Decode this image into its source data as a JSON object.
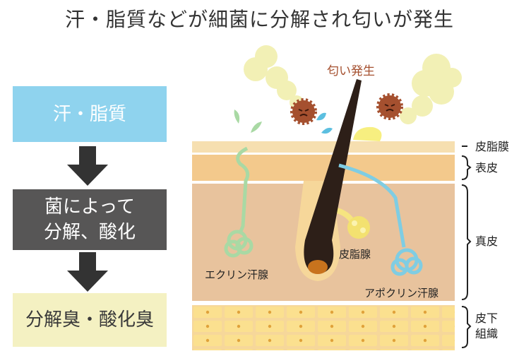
{
  "title": "汗・脂質などが細菌に分解され匂いが発生",
  "flow": {
    "step1": "汗・脂質",
    "step2_line1": "菌によって",
    "step2_line2": "分解、酸化",
    "step3": "分解臭・酸化臭"
  },
  "diagram": {
    "odor_label": "匂い発生",
    "sebaceous_label": "皮脂腺",
    "eccrine_label": "エクリン汗腺",
    "apocrine_label": "アポクリン汗腺"
  },
  "layers": {
    "sebum_film": "皮脂膜",
    "epidermis": "表皮",
    "dermis": "真皮",
    "subcutis_line1": "皮下",
    "subcutis_line2": "組織"
  },
  "colors": {
    "step1_bg": "#8fd3ee",
    "step2_bg": "#575656",
    "step3_bg": "#f4f1c2",
    "dermis": "#e8c39d",
    "epidermis": "#f3c98c",
    "fat_cell": "#fbe08f",
    "eccrine_gland": "#a9d9a4",
    "apocrine_gland": "#7fcde3",
    "odor_cloud": "#f2f0b5",
    "bacteria": "#a5502f",
    "hair": "#2d1f18"
  }
}
